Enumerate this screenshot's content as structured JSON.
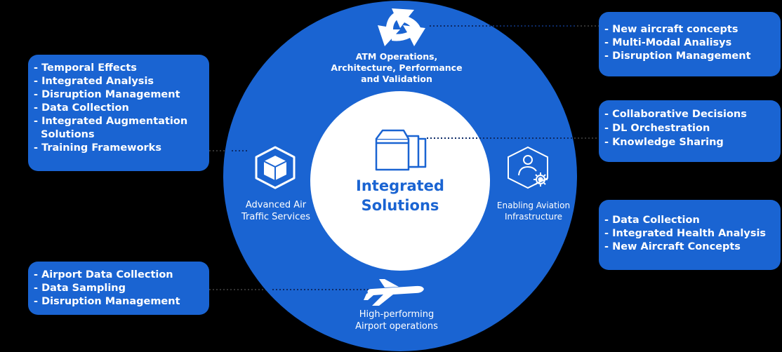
{
  "colors": {
    "background": "#000000",
    "primary_blue": "#1a64d2",
    "white": "#ffffff"
  },
  "center": {
    "title_line1": "Integrated",
    "title_line2": "Solutions",
    "icon": "stacked-boxes-icon"
  },
  "segments": {
    "atm": {
      "label_line1": "ATM Operations,",
      "label_line2": "Architecture, Performance",
      "label_line3": "and Validation",
      "icon": "circular-arrows-icon"
    },
    "advanced": {
      "label_line1": "Advanced Air",
      "label_line2": "Traffic Services",
      "icon": "hexagon-cube-icon"
    },
    "enabling": {
      "label_line1": "Enabling Aviation",
      "label_line2": "Infrastructure",
      "icon": "person-gear-icon"
    },
    "airport": {
      "label_line1": "High-performing",
      "label_line2": "Airport operations",
      "icon": "airplane-icon"
    }
  },
  "boxes": {
    "left_top": [
      "- Temporal Effects",
      "- Integrated Analysis",
      "- Disruption Management",
      "- Data Collection",
      "- Integrated Augmentation",
      "  Solutions",
      "- Training Frameworks"
    ],
    "left_bottom": [
      "- Airport Data Collection",
      "- Data Sampling",
      "- Disruption Management"
    ],
    "right_top": [
      "- New aircraft concepts",
      "- Multi-Modal Analisys",
      "- Disruption Management"
    ],
    "right_mid": [
      "- Collaborative Decisions",
      "- DL Orchestration",
      "- Knowledge Sharing"
    ],
    "right_bottom": [
      "- Data Collection",
      "- Integrated Health Analysis",
      "- New Aircraft Concepts"
    ]
  }
}
